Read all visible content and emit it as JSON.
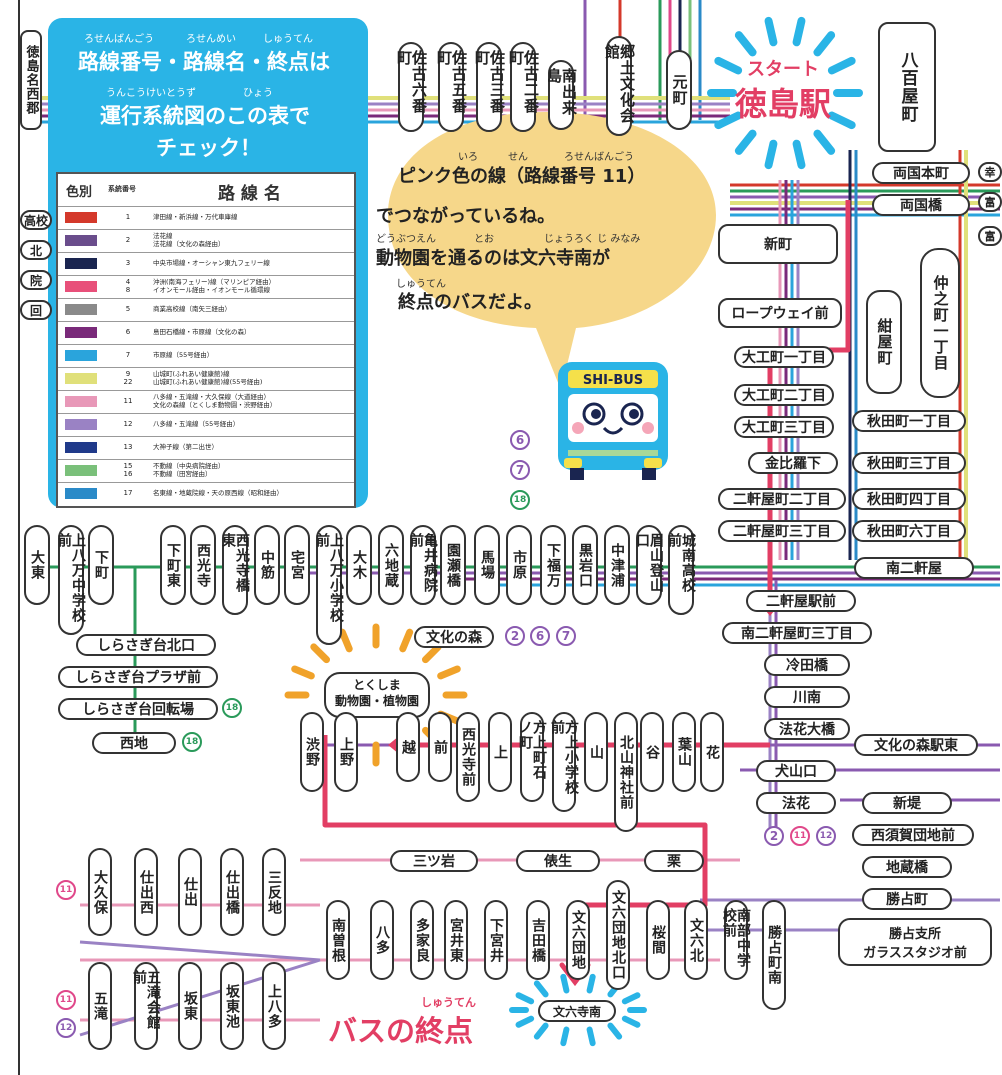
{
  "info_box": {
    "ruby_line1": [
      "ろせんばんごう",
      "ろせんめい",
      "しゅうてん"
    ],
    "title_line1": "路線番号・路線名・終点は",
    "ruby_line2": [
      "うんこうけいとうず",
      "ひょう"
    ],
    "title_line2": "運行系統図のこの表で",
    "title_line3": "チェック！"
  },
  "legend": {
    "headers": [
      "色別",
      "系統番号",
      "路 線 名"
    ],
    "rows": [
      {
        "color": "#d4392b",
        "num": "1",
        "name": "津田線・新浜線・万代車庫線"
      },
      {
        "color": "#6a4d8c",
        "num": "2",
        "name": "法花線\n法花線（文化の森経由）"
      },
      {
        "color": "#1a2550",
        "num": "3",
        "name": "中央市場線・オーシャン東九フェリー線"
      },
      {
        "color": "#e8507a",
        "num": "4\n8",
        "name": "沖洲(南海フェリー)線（マリンピア経由）\nイオンモール経由・イオンモール循環線"
      },
      {
        "color": "#8a8a8a",
        "num": "5",
        "name": "商業高校線（南矢三経由）"
      },
      {
        "color": "#7a2a7a",
        "num": "6",
        "name": "島田石橋線・市原線（文化の森）"
      },
      {
        "color": "#2aa4dc",
        "num": "7",
        "name": "市原線（55号経由）"
      },
      {
        "color": "#e0e07a",
        "num": "9\n22",
        "name": "山城町(ふれあい健康館)線\n山城町(ふれあい健康館)線(55号経由)"
      },
      {
        "color": "#e898b8",
        "num": "11",
        "name": "八多線・五滝線・大久保線（大道経由）\n文化の森線（とくしま動物園・渋野経由）"
      },
      {
        "color": "#9a82c4",
        "num": "12",
        "name": "八多線・五滝線（55号経由）"
      },
      {
        "color": "#203a8a",
        "num": "13",
        "name": "大神子線（第二出世）"
      },
      {
        "color": "#7ac07a",
        "num": "15\n16",
        "name": "不動線（中央病院経由）\n不動線（田宮経由）"
      },
      {
        "color": "#2a8ac8",
        "num": "17",
        "name": "名東線・地蔵院線・天の原西線（昭和経由）"
      }
    ]
  },
  "speech": {
    "lines": [
      {
        "text": "ピンク色の線（路線番号 11）",
        "ruby": [
          "いろ",
          "せん",
          "ろせんばんごう"
        ]
      },
      {
        "text": "でつながっているね。",
        "ruby": []
      },
      {
        "text": "動物園を通るのは文六寺南が",
        "ruby": [
          "どうぶつえん",
          "とお",
          "じょうろく じ みなみ"
        ]
      },
      {
        "text": "終点のバスだよ。",
        "ruby": [
          "しゅうてん"
        ]
      }
    ]
  },
  "start": {
    "label": "スタート",
    "station": "徳島駅"
  },
  "bus_end": {
    "text": "バスの終点",
    "ruby": "しゅうてん"
  },
  "bus_mascot": {
    "sign": "SHI-BUS"
  },
  "zoo": {
    "line1": "とくしま",
    "line2": "動物園・植物園"
  },
  "terminus": "文六寺南",
  "top_vertical_stops": [
    "佐古六番町",
    "佐古五番町",
    "佐古三番町",
    "佐古二番町",
    "南出来島",
    "郷土文化会館",
    "元町"
  ],
  "left_edge_labels": [
    "徳島名西郡",
    "高校",
    "北",
    "院",
    "回"
  ],
  "right_column_stops": [
    "八百屋町",
    "両国本町",
    "両国橋",
    "新町",
    "ロープウェイ前",
    "紺屋町",
    "仲之町一丁目",
    "大工町一丁目",
    "大工町二丁目",
    "大工町三丁目",
    "金比羅下",
    "秋田町一丁目",
    "秋田町三丁目",
    "秋田町四丁目",
    "秋田町六丁目",
    "二軒屋町二丁目",
    "二軒屋町三丁目",
    "南二軒屋",
    "二軒屋駅前",
    "南二軒屋町三丁目",
    "冷田橋",
    "川南",
    "法花大橋",
    "文化の森駅東",
    "犬山口",
    "法花",
    "新堤",
    "西須賀団地前",
    "地蔵橋",
    "勝占町",
    "勝占支所\nガラススタジオ前"
  ],
  "right_edge_partial": [
    "幸",
    "富",
    "富"
  ],
  "middle_row_stops": [
    "大東",
    "上八万中学校前",
    "下町",
    "下町東",
    "西光寺",
    "西光寺橋東",
    "中筋",
    "宅宮",
    "上八万小学校前",
    "大木",
    "六地蔵",
    "亀井病院前",
    "園瀬橋",
    "馬場",
    "市原",
    "下福万",
    "黒岩口",
    "中津浦",
    "眉山登山口",
    "城南高校前"
  ],
  "shirasagi_stops": [
    "しらさぎ台北口",
    "しらさぎ台プラザ前",
    "しらさぎ台回転場",
    "西地"
  ],
  "bunka_no_mori": "文化の森",
  "lower_row_stops": [
    "渋野",
    "上野",
    "越",
    "前",
    "西光寺前",
    "上",
    "方上町石ノ町",
    "方上小学校前",
    "山",
    "北山神社前",
    "谷",
    "葉山",
    "花"
  ],
  "middle_lower": [
    "三ツ岩",
    "俵生",
    "栗"
  ],
  "bottom_stops": [
    "南曽根",
    "八多",
    "多家良",
    "宮井東",
    "下宮井",
    "吉田橋",
    "文六団地",
    "文六団地北口",
    "桜間",
    "文六北",
    "南部中学校前",
    "勝占町南"
  ],
  "bottom_left_stops": [
    "大久保",
    "仕出西",
    "仕出",
    "仕出橋",
    "三反地",
    "五滝",
    "五滝会館前",
    "坂東",
    "坂東池",
    "上八多"
  ],
  "route_numbers": {
    "stack": [
      "6",
      "7",
      "18"
    ],
    "bunka": [
      "2",
      "6",
      "7"
    ],
    "shirasagi": [
      "18",
      "18"
    ],
    "houka": [
      "2",
      "11",
      "12"
    ],
    "bottom_left": [
      "11",
      "11",
      "12"
    ]
  },
  "colors": {
    "route_arrow": "#e23e64",
    "sky": "#2ab4e6",
    "pink_line": "#e898b8"
  }
}
